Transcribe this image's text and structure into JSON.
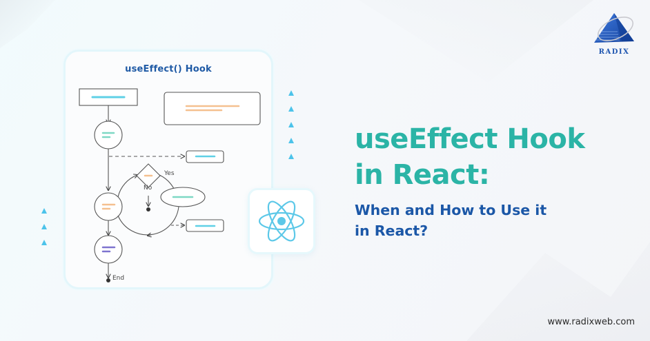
{
  "diagram_card": {
    "title": "useEffect() Hook",
    "labels": {
      "yes": "Yes",
      "no": "No",
      "end": "End"
    }
  },
  "headline": {
    "line1": "useEffect Hook",
    "line2": "in React:"
  },
  "subheadline": {
    "line1": "When and How to Use it",
    "line2": "in React?"
  },
  "brand": {
    "name": "RADIX",
    "url": "www.radixweb.com"
  },
  "icons": {
    "react": "react-atom-icon",
    "logo": "pyramid-logo-icon"
  },
  "colors": {
    "headline": "#2bb4a6",
    "subheadline": "#1b57a7",
    "accent_cyan": "#4cc3ea",
    "accent_orange": "#f5c08f",
    "accent_green": "#7dd8c4",
    "accent_purple": "#7e73cf",
    "brand_blue": "#1f56b0"
  }
}
